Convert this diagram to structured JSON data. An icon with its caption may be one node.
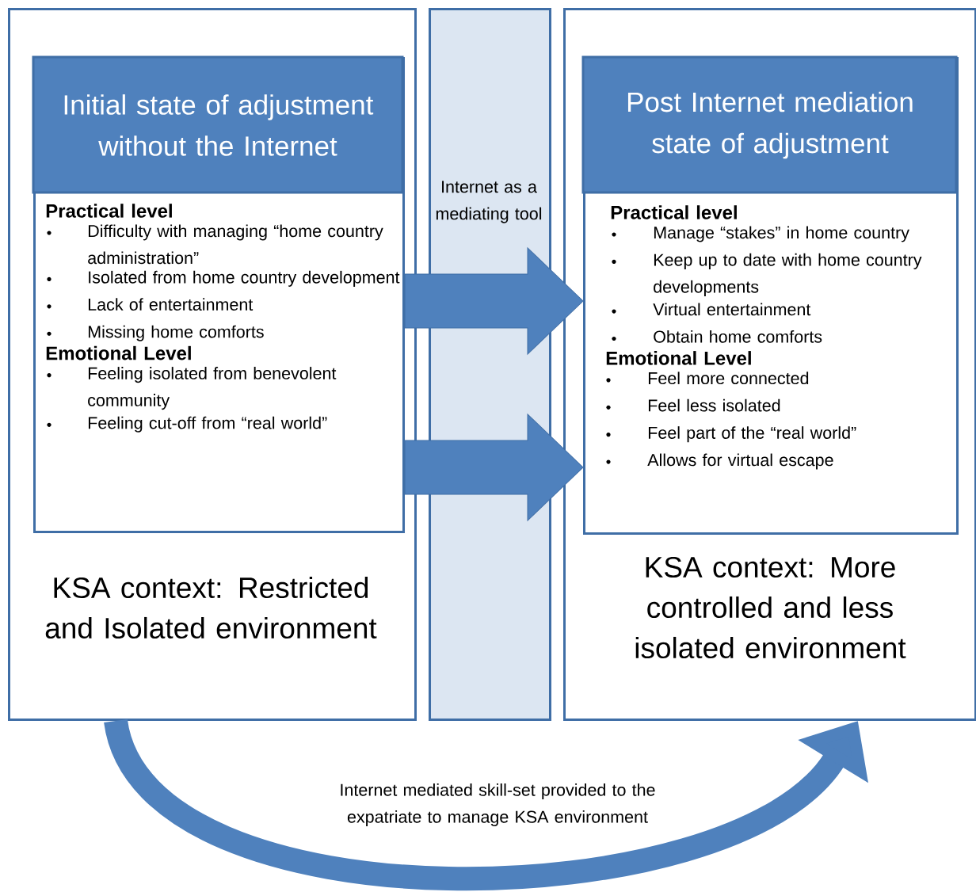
{
  "diagram": {
    "nodes": [
      {
        "text": [
          "KSA context: Restricted and Isolated environment"
        ]
      },
      {
        "text": [
          "Initial state of adjustment without the Internet",
          "Practical level",
          "Difficulty with managing “home country administration”",
          "Isolated from home country development",
          "Lack of entertainment",
          "Missing home comforts",
          "Emotional Level",
          "Feeling isolated from benevolent community",
          "Feeling cut-off from “real world”"
        ],
        "in": 0
      },
      {
        "text": [
          "Internet as a mediating tool"
        ]
      },
      {
        "text": [
          "KSA context: More controlled and less isolated environment"
        ]
      },
      {
        "text": [
          "Post Internet mediation state of adjustment",
          "Practical level",
          "Manage “stakes” in home country",
          "Keep up to date with home country developments",
          "Virtual entertainment",
          "Obtain home comforts",
          "Emotional Level",
          "Feel more connected",
          "Feel less isolated",
          "Feel part of the “real world”",
          "Allows for virtual escape"
        ],
        "in": 3
      }
    ],
    "edges": [
      {
        "from": 1,
        "to": 4,
        "arrow": "to"
      },
      {
        "from": 1,
        "to": 4,
        "arrow": "to"
      },
      {
        "from": 0,
        "to": 3,
        "arrow": "to",
        "label": "Internet mediated skill-set provided to the expatriate to manage KSA environment"
      }
    ]
  }
}
